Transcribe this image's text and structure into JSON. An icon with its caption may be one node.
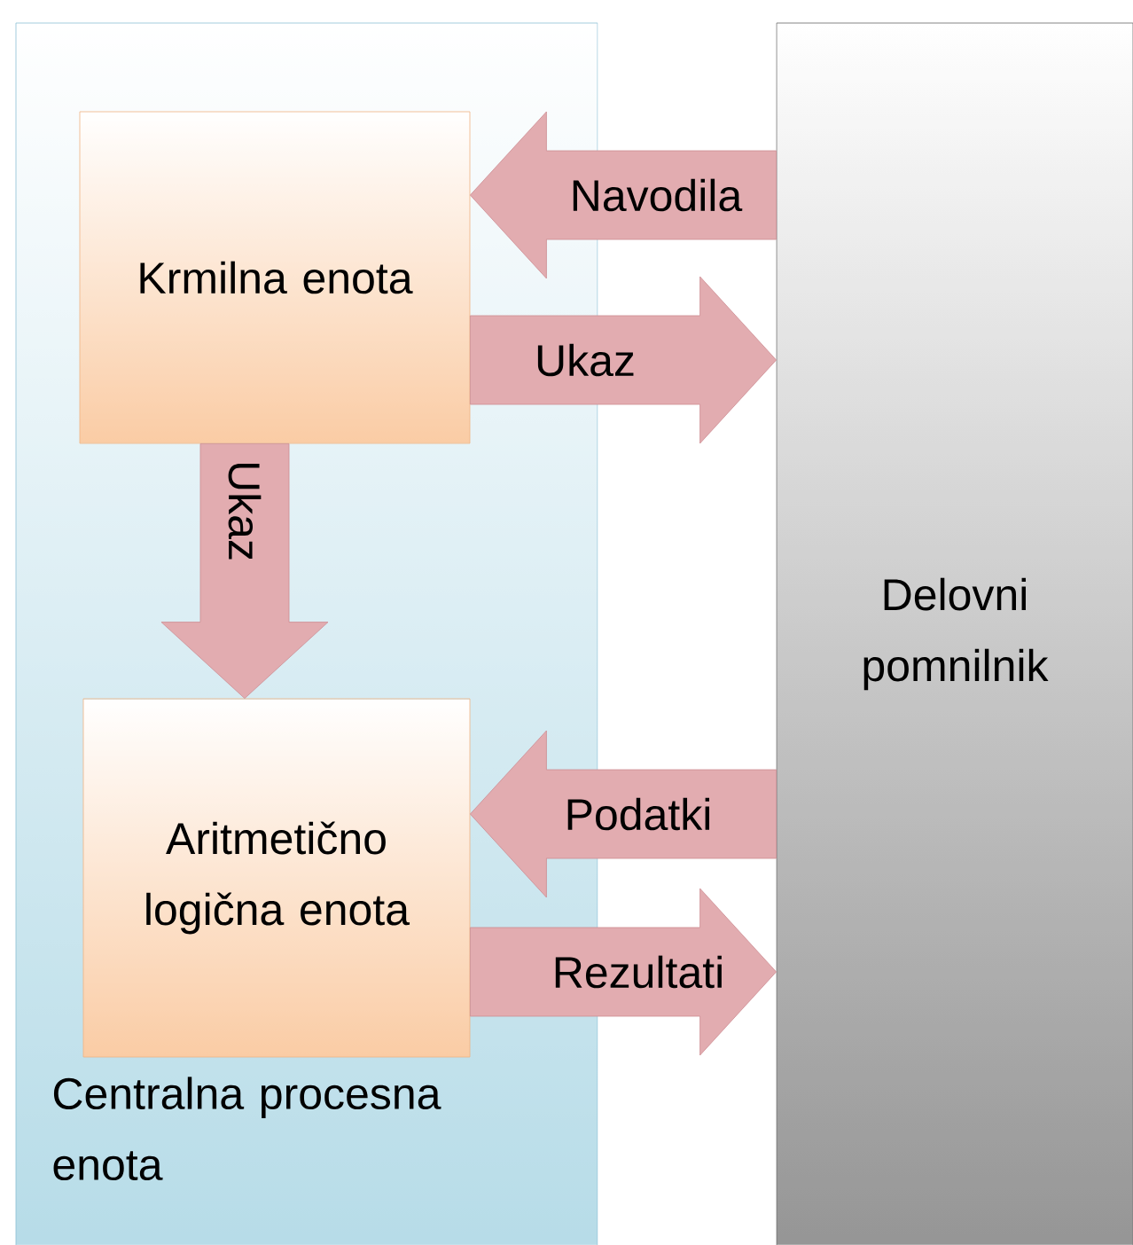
{
  "diagram": {
    "nodes": [
      {
        "text": [
          "Centralna procesna enota"
        ]
      },
      {
        "text": [
          "Krmilna enota"
        ],
        "in": 0
      },
      {
        "text": [
          "Aritmetično logična enota"
        ],
        "in": 0
      },
      {
        "text": [
          "Delovni pomnilnik"
        ]
      }
    ],
    "edges": [
      {
        "from": 3,
        "to": 1,
        "arrow": "to",
        "label": "Navodila"
      },
      {
        "from": 1,
        "to": 3,
        "arrow": "to",
        "label": "Ukaz"
      },
      {
        "from": 1,
        "to": 2,
        "arrow": "to",
        "label": "Ukaz"
      },
      {
        "from": 3,
        "to": 2,
        "arrow": "to",
        "label": "Podatki"
      },
      {
        "from": 2,
        "to": 3,
        "arrow": "to",
        "label": "Rezultati"
      }
    ]
  }
}
